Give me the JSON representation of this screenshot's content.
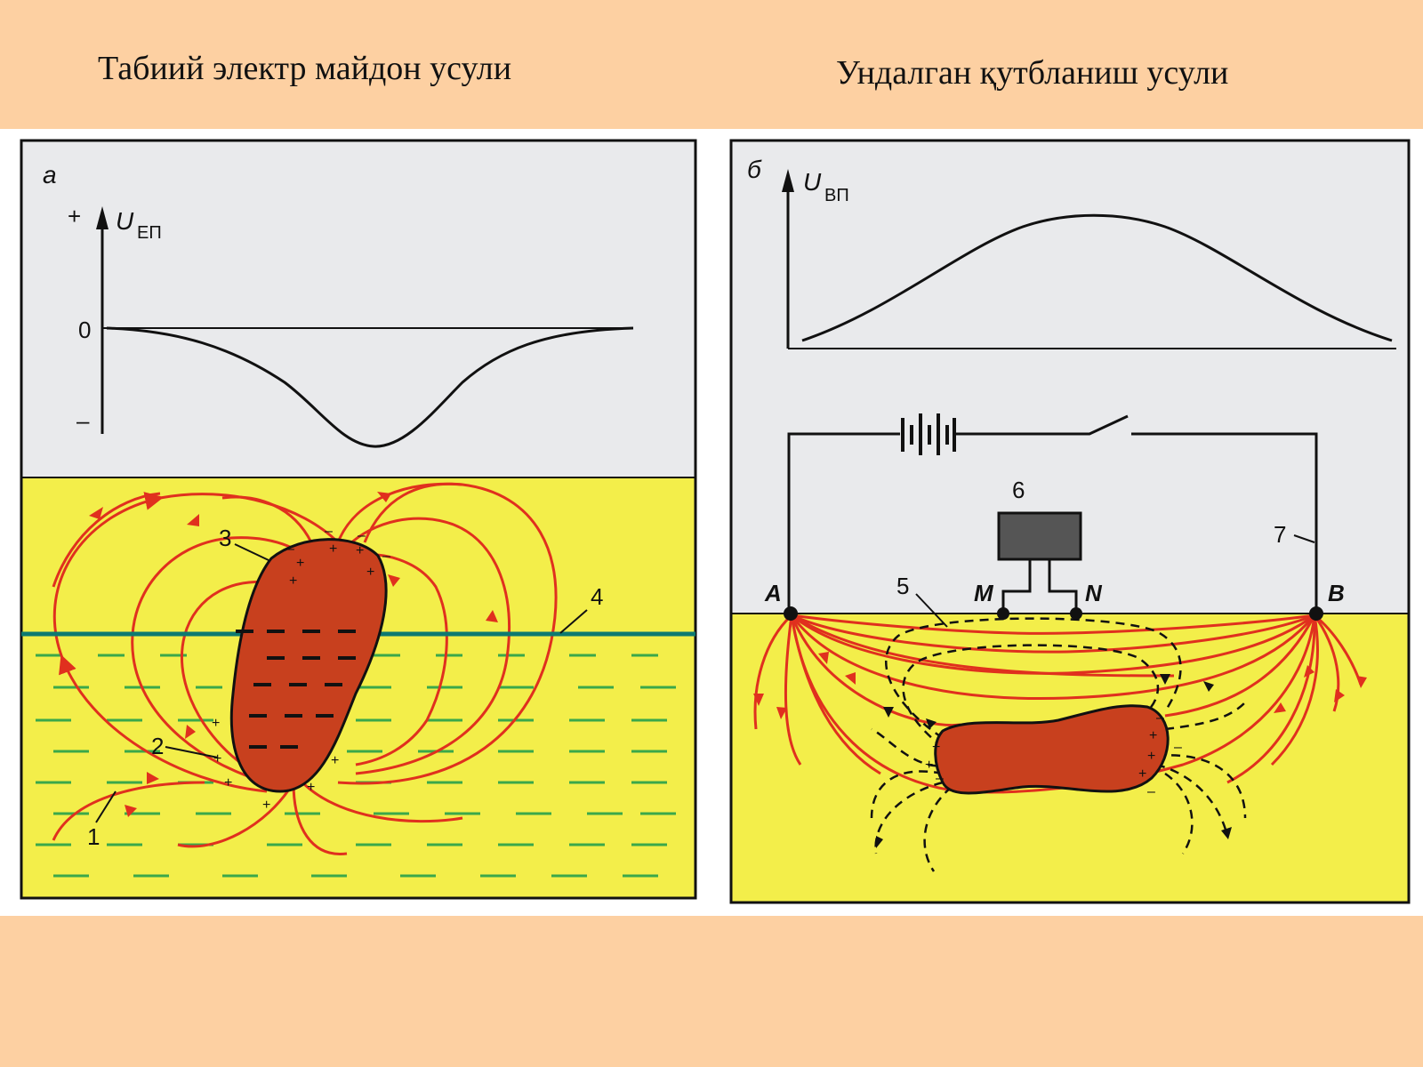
{
  "titles": {
    "left": "Табиий электр майдон усули",
    "right": "Ундалган қутбланиш усули"
  },
  "colors": {
    "slide_background": "#fdd0a2",
    "panel_top": "#e9eaec",
    "ground": "#f3ee4a",
    "orebody": "#c8401e",
    "field_lines": "#e0301e",
    "water_table": "#0d7a70",
    "groundwater_dashes": "#3aa84a",
    "instrument": "#555555"
  },
  "panel_a": {
    "letter": "а",
    "axis_label": "U",
    "axis_subscript": "ЕП",
    "tick_plus": "+",
    "tick_zero": "0",
    "tick_minus": "–",
    "callouts": [
      "1",
      "2",
      "3",
      "4"
    ],
    "charge_plus": "+",
    "charge_minus": "–"
  },
  "panel_b": {
    "letter": "б",
    "axis_label": "U",
    "axis_subscript": "ВП",
    "electrode_a": "A",
    "electrode_b": "B",
    "electrode_m": "M",
    "electrode_n": "N",
    "callouts": [
      "5",
      "6",
      "7"
    ]
  }
}
